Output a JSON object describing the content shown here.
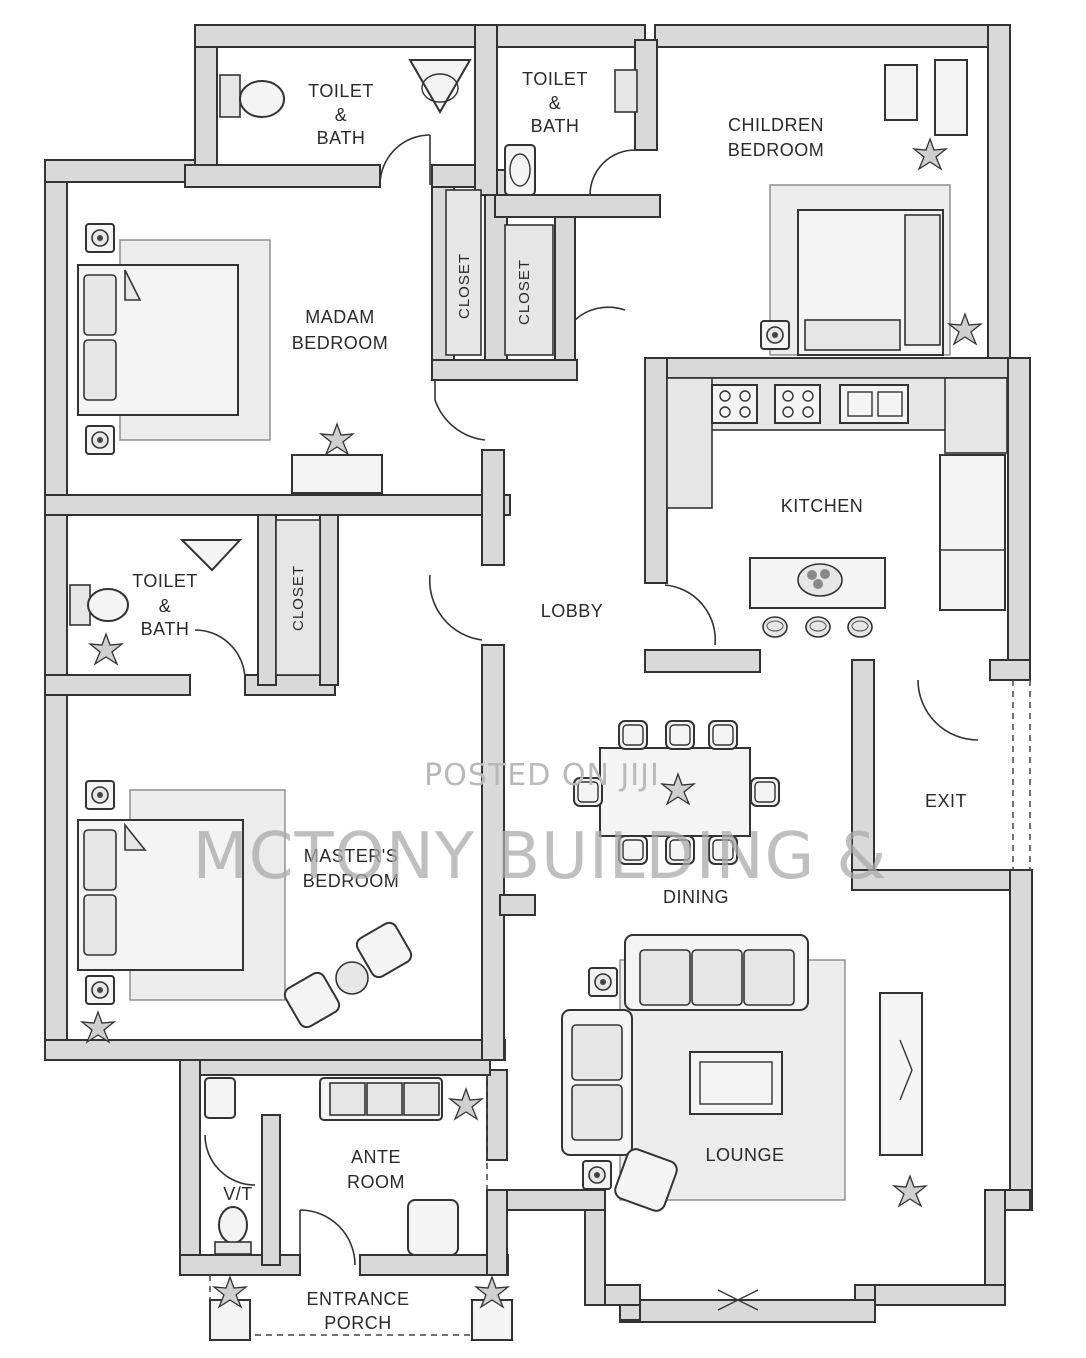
{
  "rooms": {
    "toilet_bath_1": [
      "TOILET",
      "&",
      "BATH"
    ],
    "toilet_bath_2": [
      "TOILET",
      "&",
      "BATH"
    ],
    "children_bedroom": [
      "CHILDREN",
      "BEDROOM"
    ],
    "madam_bedroom": [
      "MADAM",
      "BEDROOM"
    ],
    "closet_1": "CLOSET",
    "closet_2": "CLOSET",
    "closet_3": "CLOSET",
    "kitchen": "KITCHEN",
    "toilet_bath_3": [
      "TOILET",
      "&",
      "BATH"
    ],
    "lobby": "LOBBY",
    "masters_bedroom": [
      "MASTER'S",
      "BEDROOM"
    ],
    "dining": "DINING",
    "exit": "EXIT",
    "lounge": "LOUNGE",
    "ante_room": [
      "ANTE",
      "ROOM"
    ],
    "vt": "V/T",
    "entrance_porch": [
      "ENTRANCE",
      "PORCH"
    ]
  },
  "watermark": {
    "line1": "POSTED ON JIJI",
    "line2": "MCTONY BUILDING &"
  }
}
